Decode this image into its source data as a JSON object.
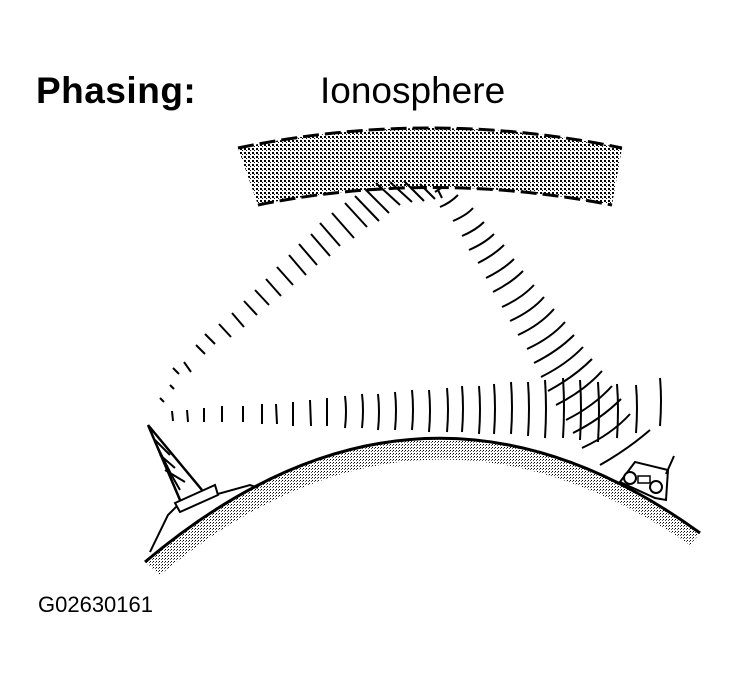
{
  "diagram": {
    "title": "Phasing:",
    "layer_label": "Ionosphere",
    "figure_id": "G02630161",
    "elements": {
      "ionosphere_band": "dotted curved band representing the ionosphere",
      "transmitter": "radio tower on hilltop (left)",
      "receiver": "vehicle with antenna (right)",
      "earth": "curved earth surface with stippled shading",
      "direct_wave": "ground wave fronts traveling horizontally from tower to vehicle",
      "sky_wave": "wave fronts traveling up to ionosphere and reflecting down to vehicle"
    },
    "colors": {
      "ink": "#000000",
      "background": "#ffffff",
      "stipple": "#8a8a8a"
    }
  }
}
